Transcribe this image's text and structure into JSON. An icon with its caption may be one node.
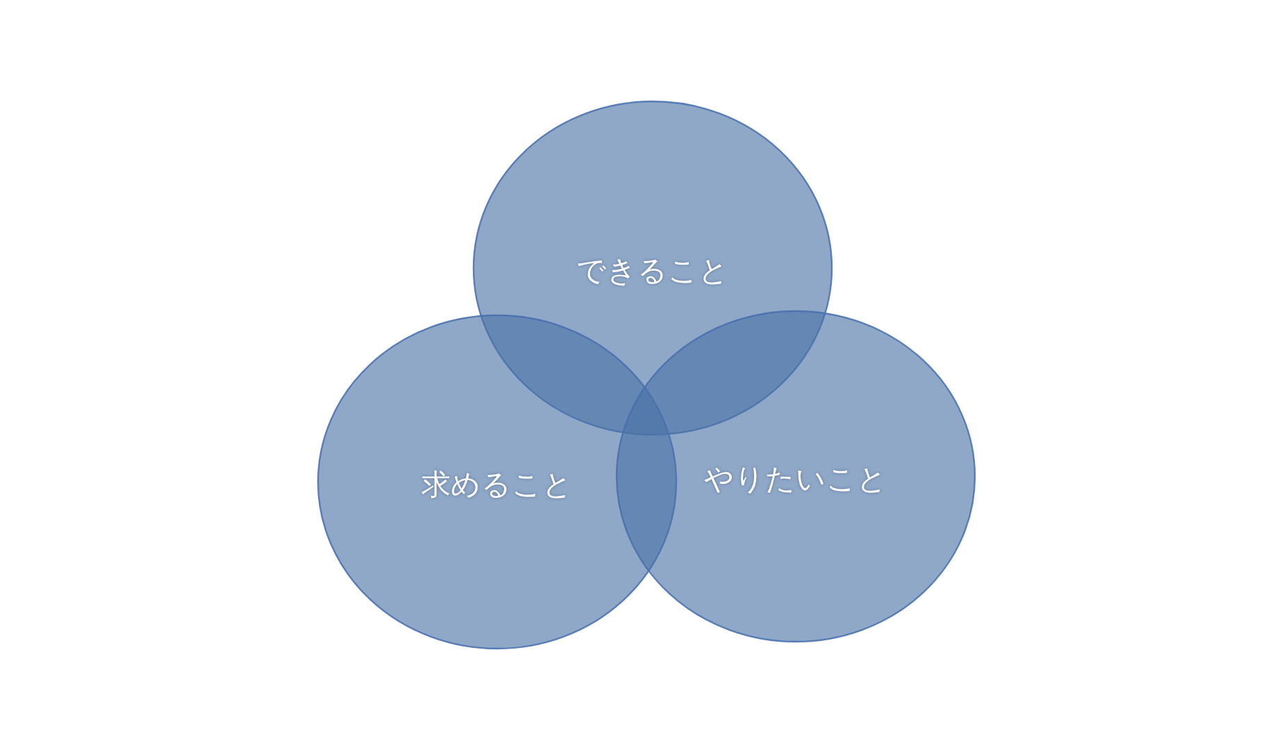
{
  "diagram": {
    "nodes": [
      {
        "text": [
          "できること"
        ]
      },
      {
        "text": [
          "求めること"
        ]
      },
      {
        "text": [
          "やりたいこと"
        ]
      }
    ]
  }
}
